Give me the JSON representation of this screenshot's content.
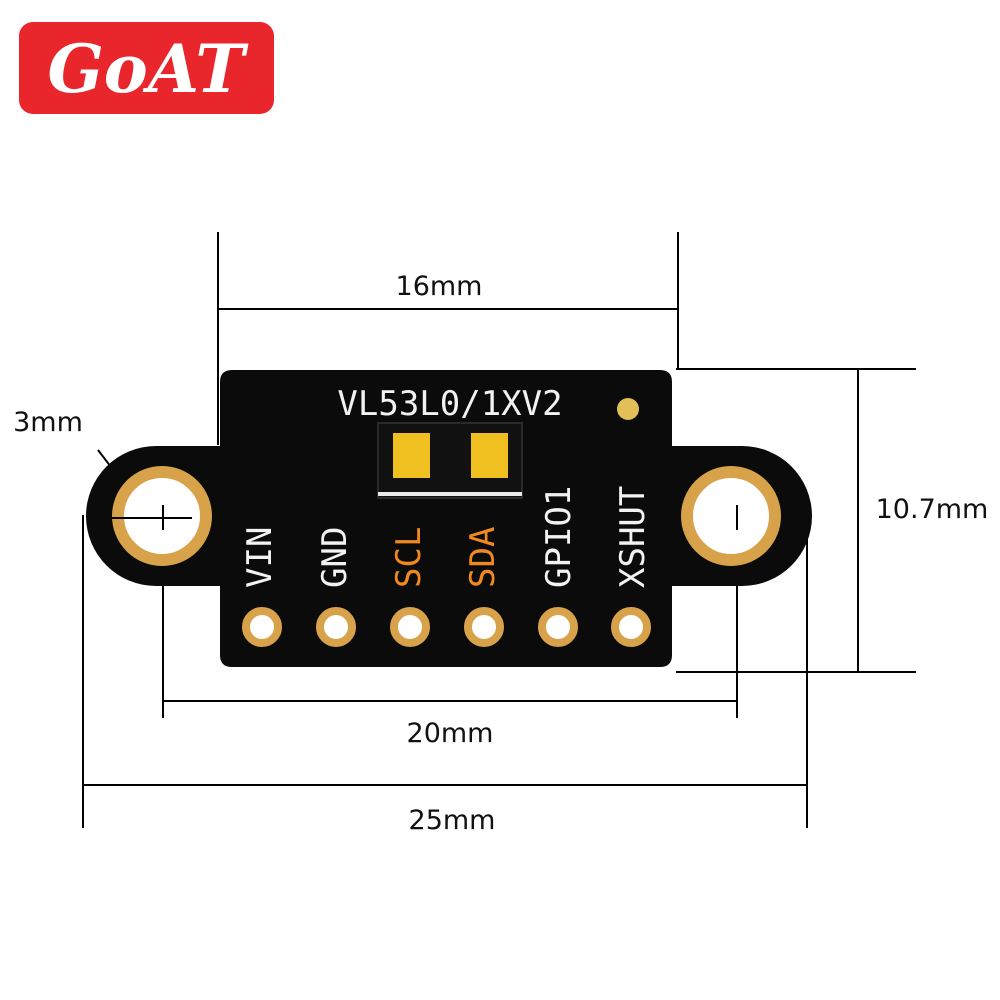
{
  "logo": {
    "text": "GoAT",
    "bg_color": "#e8262b"
  },
  "board": {
    "model_label": "VL53L0/1XV2",
    "pcb_color": "#0b0b0b",
    "pad_color": "#d8a24a",
    "sensor_color": "#f0c020",
    "pins": [
      "VIN",
      "GND",
      "SCL",
      "SDA",
      "GPIO1",
      "XSHUT"
    ]
  },
  "dimensions": {
    "width_16": "16mm",
    "height_10_7": "10.7mm",
    "hole_3": "3mm",
    "hole_spacing_20": "20mm",
    "total_25": "25mm"
  }
}
